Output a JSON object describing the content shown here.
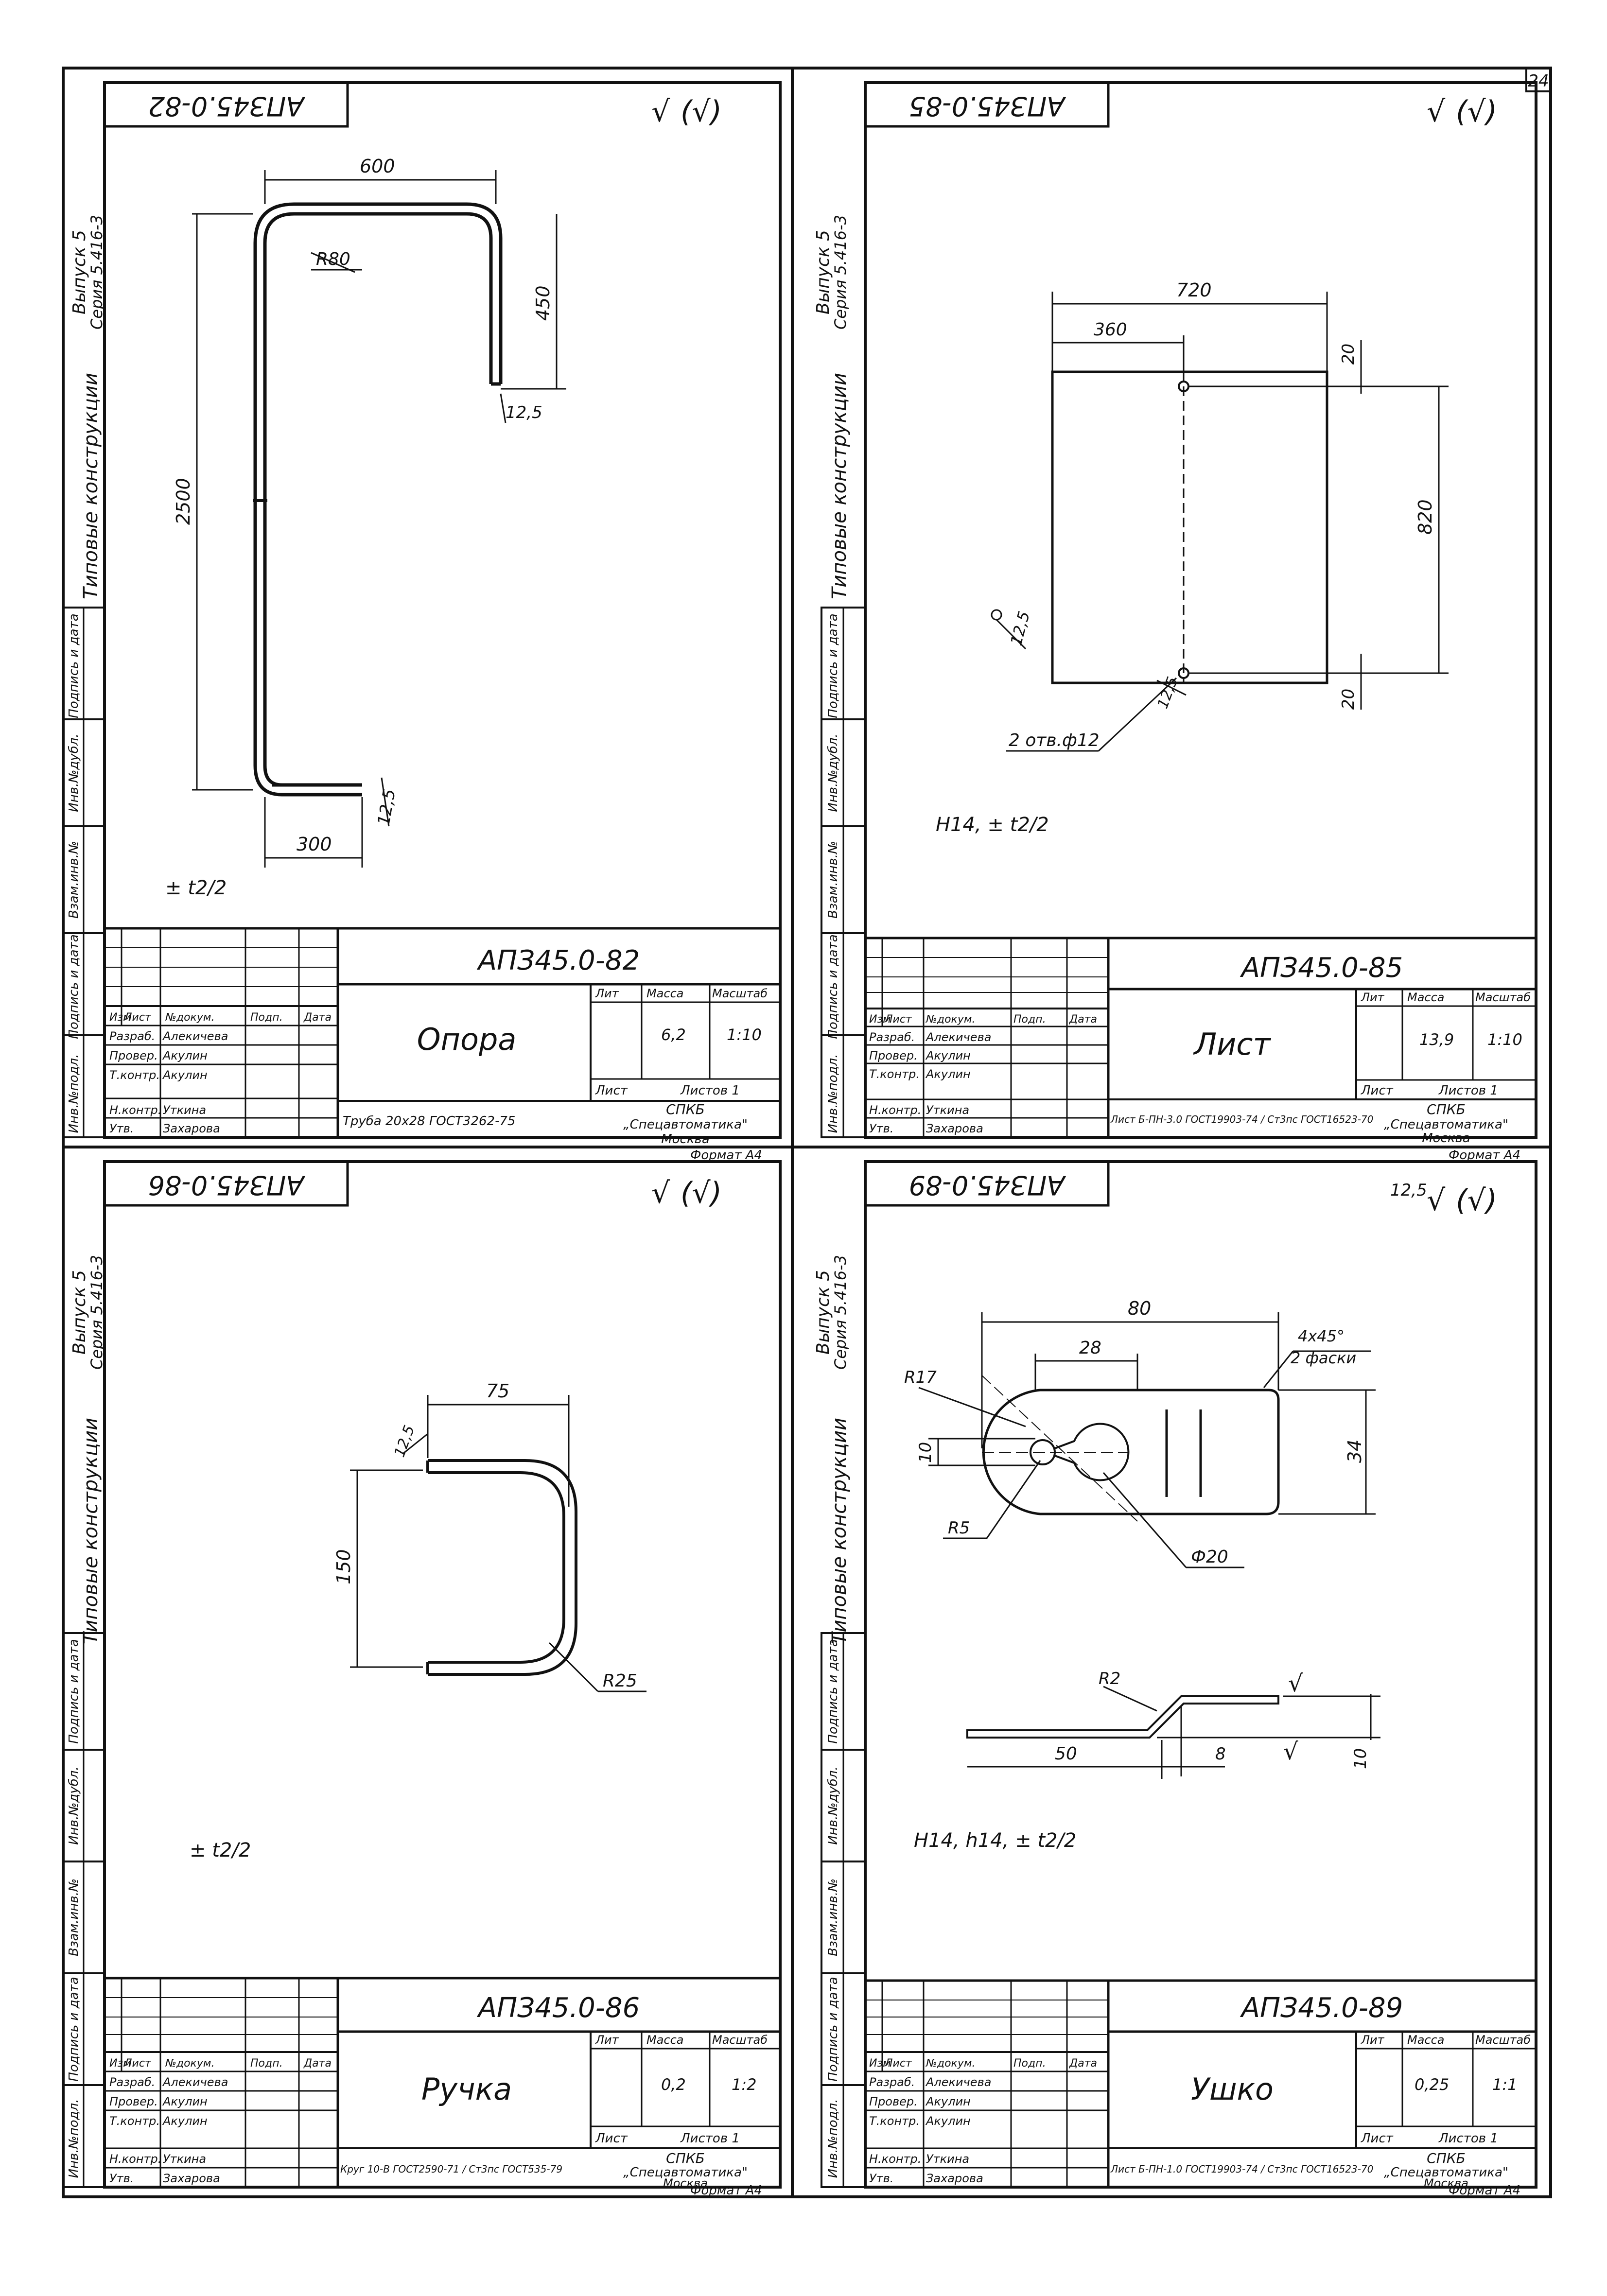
{
  "page_number": "24",
  "common": {
    "series": "Выпуск 5",
    "series2": "Серия 5.416-3",
    "typical": "Типовые конструкции",
    "side_labels": [
      "Инв.№подл.",
      "Подпись и дата",
      "Взам.инв.№",
      "Инв.№дубл.",
      "Подпись и дата"
    ],
    "tb_headers": [
      "Изм",
      "Лист",
      "№докум.",
      "Подп.",
      "Дата"
    ],
    "tb_roles": [
      "Разраб.",
      "Провер.",
      "Т.контр.",
      "Н.контр.",
      "Утв."
    ],
    "tb_names": [
      "Алекичева",
      "Акулин",
      "Акулин",
      "Уткина",
      "Захарова"
    ],
    "lit": "Лит",
    "mass": "Масса",
    "scale": "Масштаб",
    "sheet": "Лист",
    "sheets": "Листов 1",
    "org1": "СПКБ",
    "org2": "„Спецавтоматика\"",
    "city": "Москва",
    "format": "Формат А4",
    "roughness": "(√)"
  },
  "sheets": [
    {
      "code": "АПЗ45.0-82",
      "name": "Опора",
      "mass": "6,2",
      "scale": "1:10",
      "material": "Труба 20х28 ГОСТ3262-75",
      "tolerance": "± t2/2",
      "dims": {
        "top": "600",
        "r": "R80",
        "right": "450",
        "left": "2500",
        "bottom": "300",
        "rough1": "12,5",
        "rough2": "12,5"
      }
    },
    {
      "code": "АПЗ45.0-85",
      "name": "Лист",
      "mass": "13,9",
      "scale": "1:10",
      "material": "Лист Б-ПН-3.0 ГОСТ19903-74 / Ст3пс ГОСТ16523-70",
      "tolerance": "Н14, ± t2/2",
      "dims": {
        "w": "720",
        "half": "360",
        "h": "820",
        "top": "20",
        "bot": "20",
        "rough": "12,5",
        "rough2": "12,5",
        "holes": "2 отв.ф12"
      }
    },
    {
      "code": "АПЗ45.0-86",
      "name": "Ручка",
      "mass": "0,2",
      "scale": "1:2",
      "material": "Круг 10-В ГОСТ2590-71 / Ст3пс ГОСТ535-79",
      "tolerance": "± t2/2",
      "dims": {
        "w": "75",
        "h": "150",
        "r": "R25",
        "rough": "12,5"
      }
    },
    {
      "code": "АПЗ45.0-89",
      "name": "Ушко",
      "mass": "0,25",
      "scale": "1:1",
      "material": "Лист Б-ПН-1.0 ГОСТ19903-74 / Ст3пс ГОСТ16523-70",
      "tolerance": "Н14, h14, ± t2/2",
      "dims": {
        "w": "80",
        "a": "28",
        "h": "34",
        "d": "10",
        "r17": "R17",
        "r5": "R5",
        "phi": "Ф20",
        "chamfer": "4х45°",
        "chamfer2": "2 фаски",
        "r2": "R2",
        "len": "50",
        "t": "8",
        "thk": "10",
        "rough": "12,5"
      }
    }
  ]
}
